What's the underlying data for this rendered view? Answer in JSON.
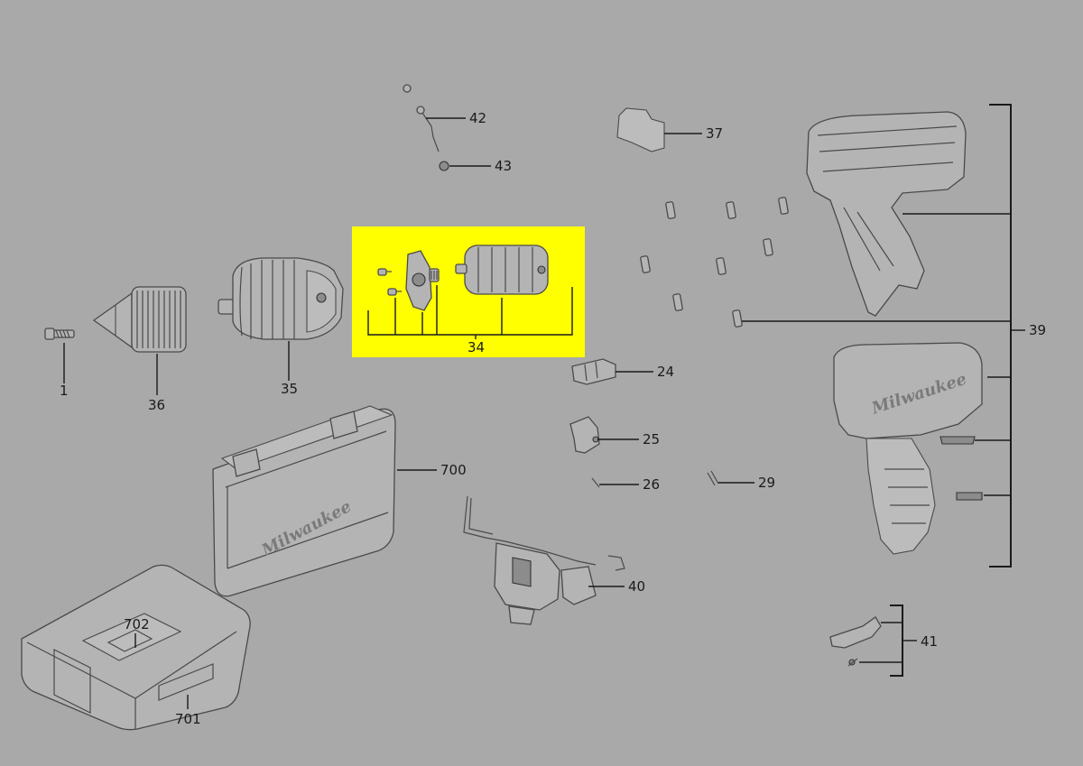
{
  "highlight_color": "#ffff00",
  "background_color": "#a9a9a9",
  "labels": {
    "p1": "1",
    "p24": "24",
    "p25": "25",
    "p26": "26",
    "p29": "29",
    "p34": "34",
    "p35": "35",
    "p36": "36",
    "p37": "37",
    "p39": "39",
    "p40": "40",
    "p41": "41",
    "p42": "42",
    "p43": "43",
    "p700": "700",
    "p701": "701",
    "p702": "702"
  },
  "brand_text": "Milwaukee"
}
